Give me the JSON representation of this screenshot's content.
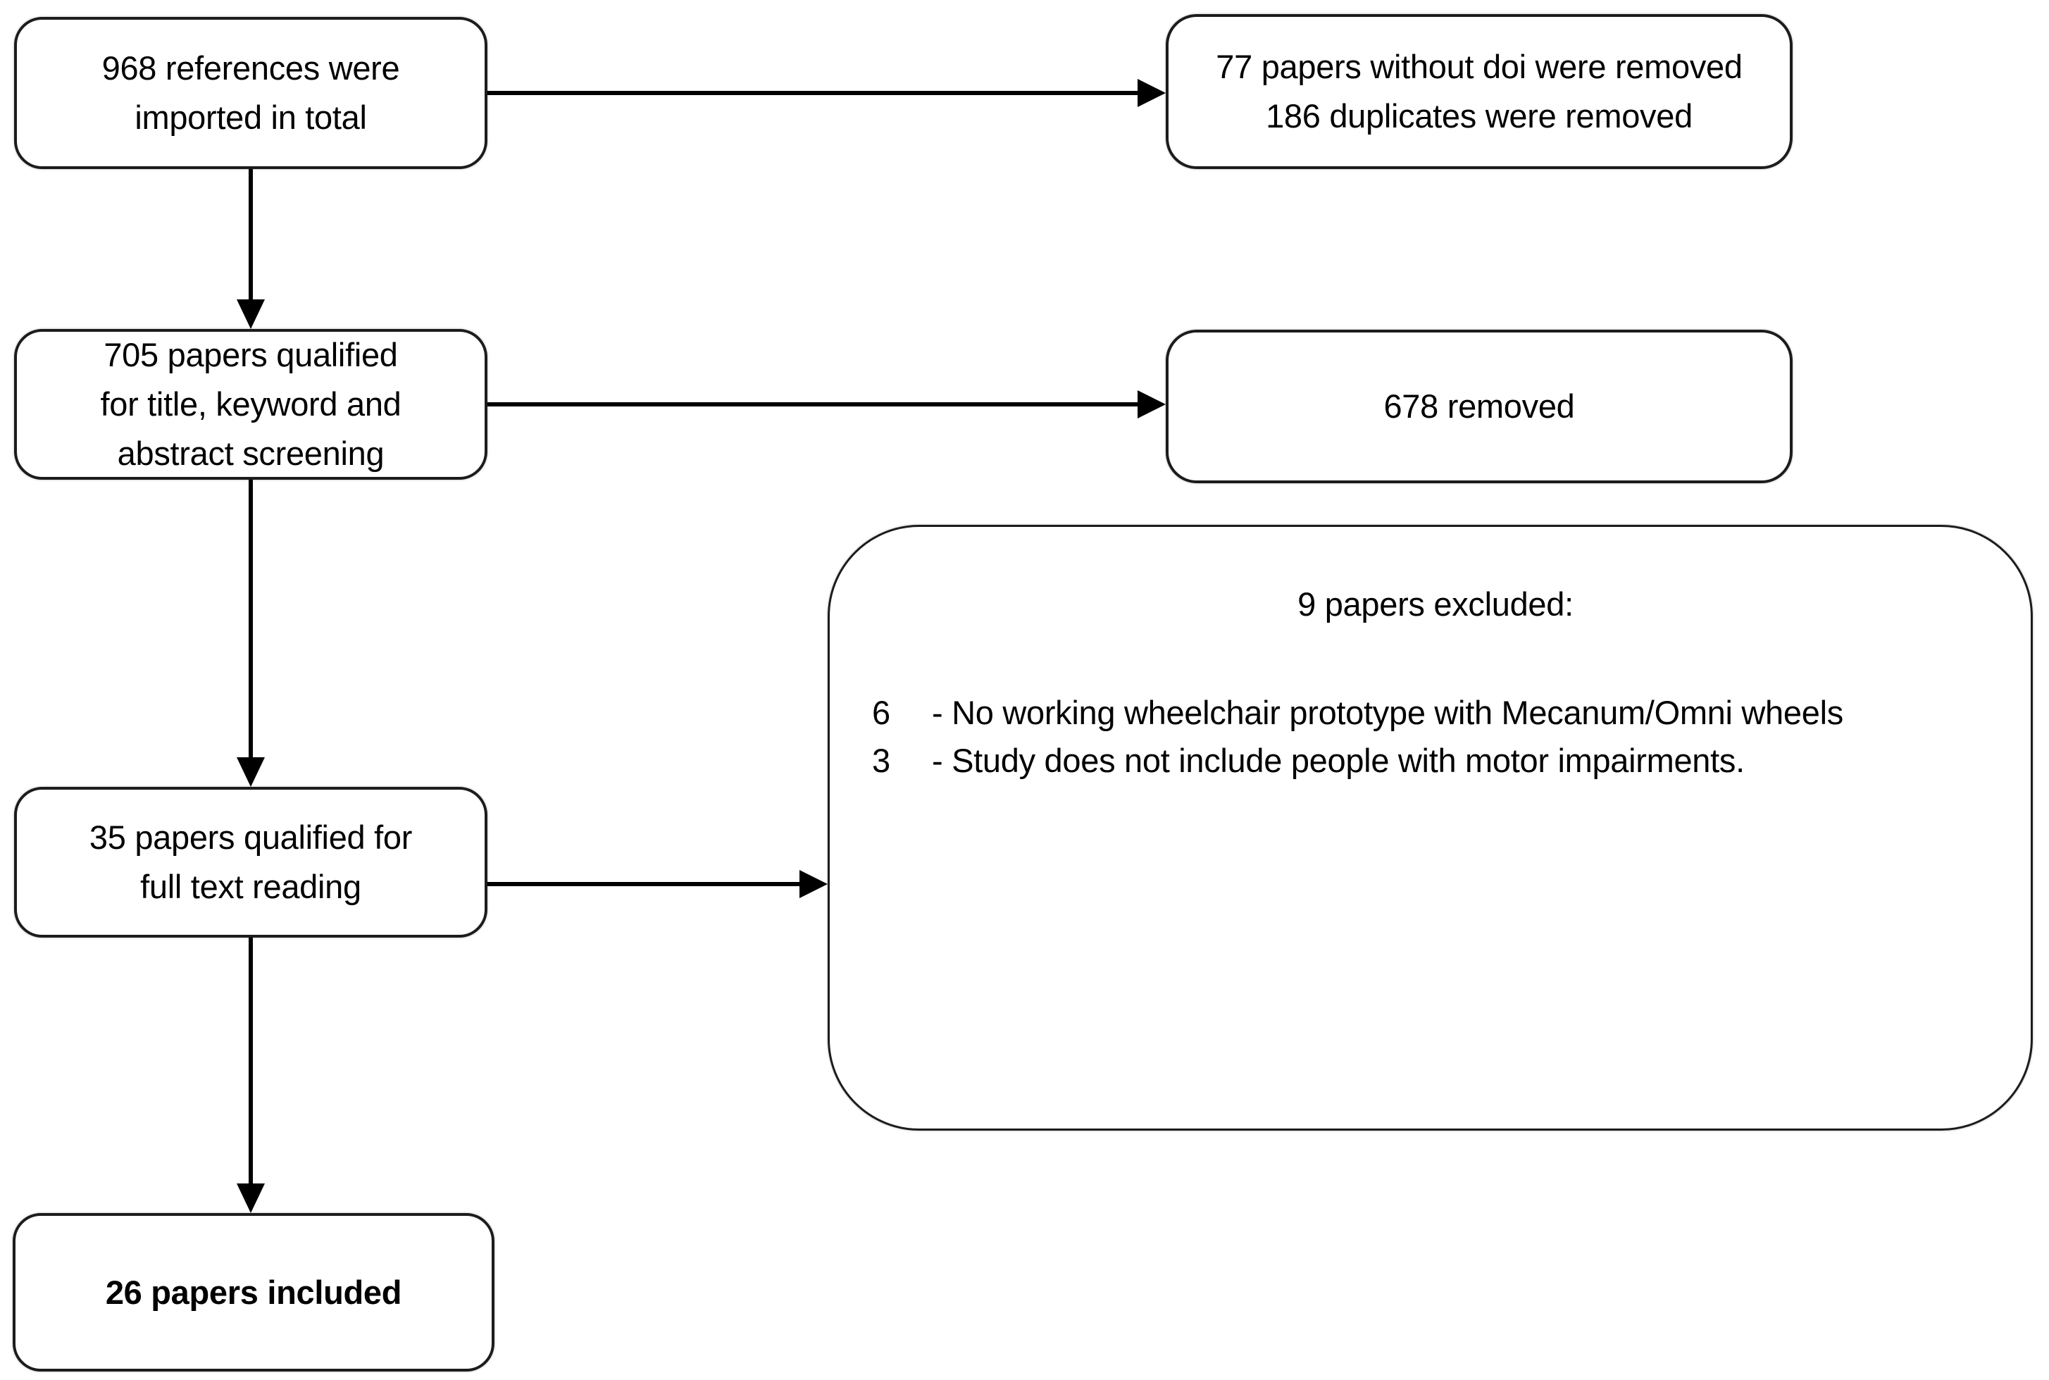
{
  "flowchart": {
    "background_color": "#ffffff",
    "box_border_color": "#1c1c1c",
    "arrow_color": "#000000",
    "boxes": {
      "imported": {
        "lines": [
          "968 references were",
          "imported in total"
        ]
      },
      "doi_duplicates_removed": {
        "lines": [
          "77 papers without doi were removed",
          "186 duplicates were removed"
        ]
      },
      "screening": {
        "lines": [
          "705 papers qualified",
          "for title, keyword and",
          "abstract screening"
        ]
      },
      "screening_removed": {
        "lines": [
          "678 removed"
        ]
      },
      "full_text": {
        "lines": [
          "35 papers qualified for",
          "full text reading"
        ]
      },
      "excluded": {
        "title": "9 papers excluded:",
        "items": [
          {
            "count": "6",
            "reason": "- No working wheelchair prototype with Mecanum/Omni wheels"
          },
          {
            "count": "3",
            "reason": "- Study does not include people with motor impairments."
          }
        ]
      },
      "included": {
        "lines": [
          "26 papers included"
        ]
      }
    }
  }
}
